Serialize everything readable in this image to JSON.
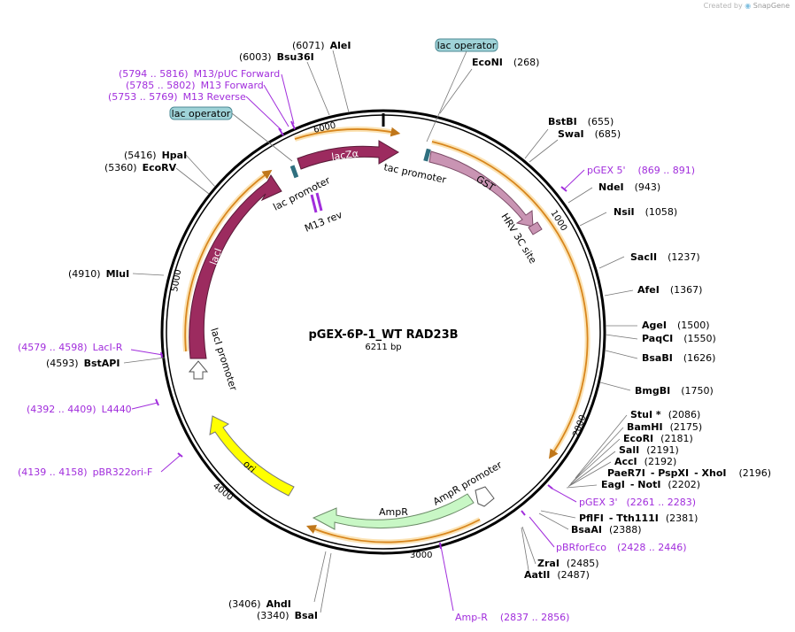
{
  "credit": {
    "prefix": "Created by",
    "brand": "SnapGene"
  },
  "plasmid": {
    "name": "pGEX-6P-1_WT RAD23B",
    "size_label": "6211 bp",
    "length": 6211
  },
  "ticks": [
    "1000",
    "2000",
    "3000",
    "4000",
    "5000",
    "6000"
  ],
  "enzymes": [
    {
      "id": "alei",
      "pos": "(6071)",
      "name": "AleI",
      "site": 6071
    },
    {
      "id": "bsu36i",
      "pos": "(6003)",
      "name": "Bsu36I",
      "site": 6003
    },
    {
      "id": "econi",
      "pos": "(268)",
      "name": "EcoNI",
      "site": 268
    },
    {
      "id": "bstbi",
      "pos": "(655)",
      "name": "BstBI",
      "site": 655
    },
    {
      "id": "swai",
      "pos": "(685)",
      "name": "SwaI",
      "site": 685
    },
    {
      "id": "ndei",
      "pos": "(943)",
      "name": "NdeI",
      "site": 943
    },
    {
      "id": "nsii",
      "pos": "(1058)",
      "name": "NsiI",
      "site": 1058
    },
    {
      "id": "sacii",
      "pos": "(1237)",
      "name": "SacII",
      "site": 1237
    },
    {
      "id": "afei",
      "pos": "(1367)",
      "name": "AfeI",
      "site": 1367
    },
    {
      "id": "agei",
      "pos": "(1500)",
      "name": "AgeI",
      "site": 1500
    },
    {
      "id": "paqci",
      "pos": "(1550)",
      "name": "PaqCI",
      "site": 1550
    },
    {
      "id": "bsabi",
      "pos": "(1626)",
      "name": "BsaBI",
      "site": 1626
    },
    {
      "id": "bmgbi",
      "pos": "(1750)",
      "name": "BmgBI",
      "site": 1750
    },
    {
      "id": "stui",
      "pos": "(2086)",
      "name": "StuI *",
      "site": 2086
    },
    {
      "id": "bamhi",
      "pos": "(2175)",
      "name": "BamHI",
      "site": 2175
    },
    {
      "id": "ecori",
      "pos": "(2181)",
      "name": "EcoRI",
      "site": 2181
    },
    {
      "id": "sali",
      "pos": "(2191)",
      "name": "SalI",
      "site": 2191
    },
    {
      "id": "acci",
      "pos": "(2192)",
      "name": "AccI",
      "site": 2192
    },
    {
      "id": "paer7i",
      "pos": "(2196)",
      "name": "PaeR7I",
      "name2": "- PspXI",
      "name3": "- XhoI",
      "site": 2196
    },
    {
      "id": "eagi",
      "pos": "(2202)",
      "name": "EagI",
      "name2": "- NotI",
      "site": 2202
    },
    {
      "id": "pflfi",
      "pos": "(2381)",
      "name": "PflFI",
      "name2": "- Tth111I",
      "site": 2381
    },
    {
      "id": "bsaai",
      "pos": "(2388)",
      "name": "BsaAI",
      "site": 2388
    },
    {
      "id": "zrai",
      "pos": "(2485)",
      "name": "ZraI",
      "site": 2485
    },
    {
      "id": "aatii",
      "pos": "(2487)",
      "name": "AatII",
      "site": 2487
    },
    {
      "id": "ahdi",
      "pos": "(3406)",
      "name": "AhdI",
      "site": 3406
    },
    {
      "id": "bsai",
      "pos": "(3340)",
      "name": "BsaI",
      "site": 3340
    },
    {
      "id": "mlui",
      "pos": "(4910)",
      "name": "MluI",
      "site": 4910
    },
    {
      "id": "bstapi",
      "pos": "(4593)",
      "name": "BstAPI",
      "site": 4593
    },
    {
      "id": "hpai",
      "pos": "(5416)",
      "name": "HpaI",
      "site": 5416
    },
    {
      "id": "ecorv",
      "pos": "(5360)",
      "name": "EcoRV",
      "site": 5360
    }
  ],
  "primers": [
    {
      "id": "m13puc",
      "range": "(5794 .. 5816)",
      "name": "M13/pUC Forward",
      "site": 5805
    },
    {
      "id": "m13fwd",
      "range": "(5785 .. 5802)",
      "name": "M13 Forward",
      "site": 5793
    },
    {
      "id": "m13rev",
      "range": "(5753 .. 5769)",
      "name": "M13 Reverse",
      "site": 5761
    },
    {
      "id": "pgex5",
      "range": "(869 .. 891)",
      "name": "pGEX 5'",
      "site": 880
    },
    {
      "id": "pgex3",
      "range": "(2261 .. 2283)",
      "name": "pGEX 3'",
      "site": 2272
    },
    {
      "id": "pbrforeco",
      "range": "(2428 .. 2446)",
      "name": "pBRforEco",
      "site": 2437
    },
    {
      "id": "ampr",
      "range": "(2837 .. 2856)",
      "name": "Amp-R",
      "site": 2846
    },
    {
      "id": "pbr322ori",
      "range": "(4139 .. 4158)",
      "name": "pBR322ori-F",
      "site": 4148
    },
    {
      "id": "l4440",
      "range": "(4392 .. 4409)",
      "name": "L4440",
      "site": 4400
    },
    {
      "id": "lacir",
      "range": "(4579 .. 4598)",
      "name": "LacI-R",
      "site": 4588
    }
  ],
  "features": {
    "lac_operator": "lac operator",
    "tac_promoter": "tac promoter",
    "gst": "GST",
    "hrv": "HRV 3C site",
    "lacza": "lacZα",
    "lac_promoter": "lac promoter",
    "m13rev": "M13 rev",
    "laci": "lacI",
    "laci_promoter": "lacI promoter",
    "ori": "ori",
    "ampr": "AmpR",
    "ampr_promoter": "AmpR promoter"
  },
  "colors": {
    "laci": "#9c2b5f",
    "lacza": "#9c2b5f",
    "gst": "#c994b3",
    "ori": "#ffff00",
    "ampr": "#c8f7c5",
    "orf": "#f5a623",
    "primer": "#a12ddc",
    "operator": "#9fd3d8"
  }
}
